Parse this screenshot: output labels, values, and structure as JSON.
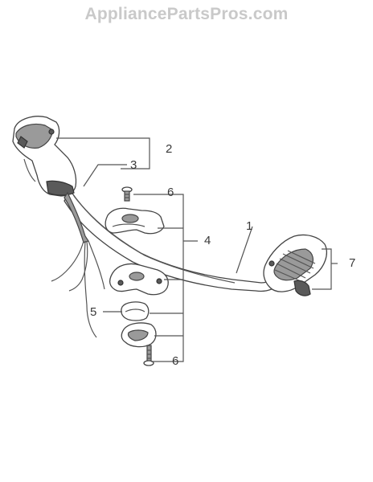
{
  "watermark": "AppliancePartsPros.com",
  "callouts": {
    "handle_assembly": "2",
    "throttle_cable": "3",
    "top_screw": "6",
    "clamp_assembly": "4",
    "shaft": "1",
    "rear_grip": "7",
    "spacer": "5",
    "bottom_screw": "6"
  },
  "colors": {
    "watermark": "#c9c9c9",
    "line": "#555555",
    "background": "#ffffff"
  }
}
